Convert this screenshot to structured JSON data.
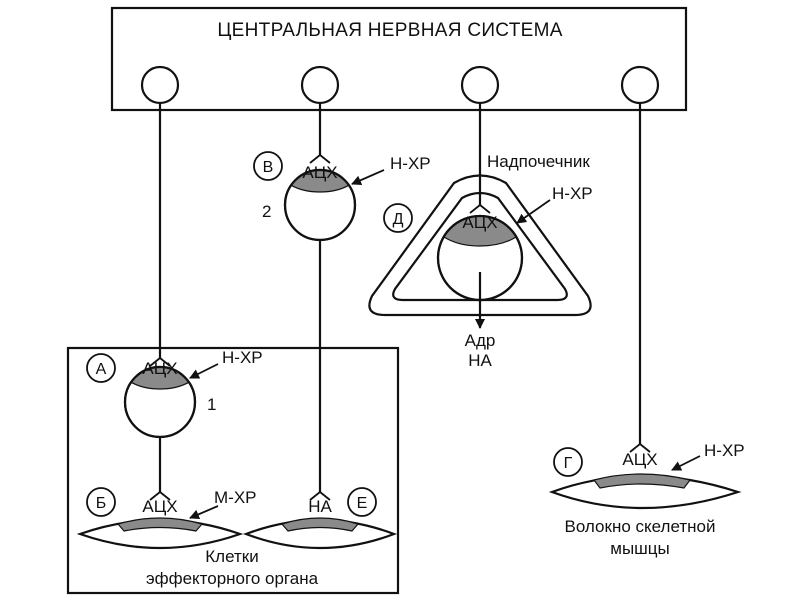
{
  "title": "ЦЕНТРАЛЬНАЯ НЕРВНАЯ СИСТЕМА",
  "letters": {
    "a": "А",
    "b": "Б",
    "v": "В",
    "g": "Г",
    "d": "Д",
    "e": "Е"
  },
  "mediators": {
    "ach_a": "АЦХ",
    "ach_b": "АЦХ",
    "ach_v": "АЦХ",
    "ach_g": "АЦХ",
    "ach_d": "АЦХ",
    "na_e": "НА"
  },
  "receptors": {
    "a": "Н-ХР",
    "b": "М-ХР",
    "v": "Н-ХР",
    "g": "Н-ХР",
    "d": "Н-ХР"
  },
  "numbers": {
    "ganglion_1": "1",
    "ganglion_2": "2"
  },
  "adrenal": {
    "label": "Надпочечник",
    "out_1": "Адр",
    "out_2": "НА"
  },
  "skeletal": {
    "line_1": "Волокно скелетной",
    "line_2": "мышцы"
  },
  "effector": {
    "line_1": "Клетки",
    "line_2": "эффекторного органа"
  }
}
